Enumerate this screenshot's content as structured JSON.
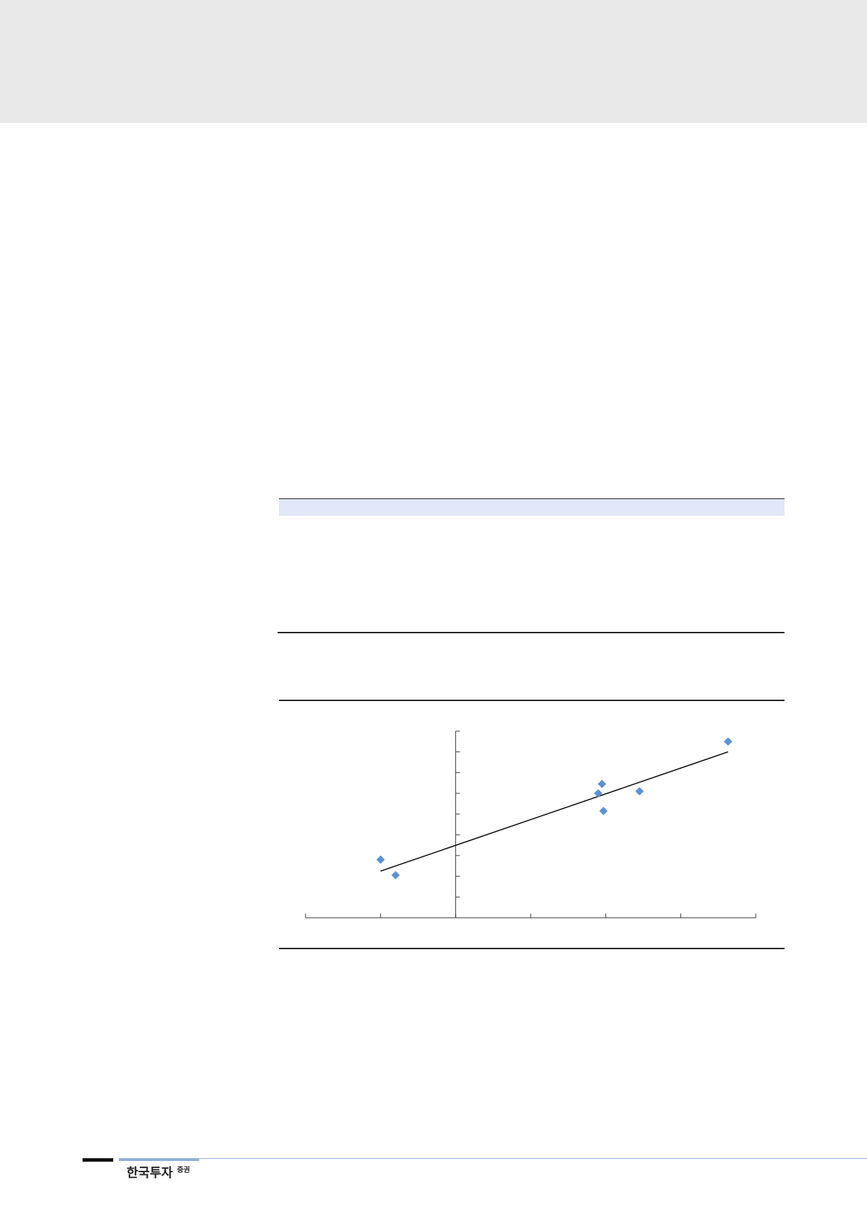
{
  "footer": {
    "brand_main": "한국투자",
    "brand_suffix": "증권"
  },
  "colors": {
    "header_band": "#e9e9e9",
    "table_header_fill": "#e1e6f8",
    "rule_dark": "#222222",
    "marker": "#5b92d3",
    "footer_blue": "#8fb2d9"
  },
  "chart_data": {
    "type": "scatter",
    "title": "",
    "xlabel": "",
    "ylabel": "",
    "xlim": [
      -2,
      4
    ],
    "ylim": [
      0,
      9
    ],
    "x_ticks": [
      -2,
      -1,
      0,
      1,
      2,
      3,
      4
    ],
    "y_ticks": [
      0,
      1,
      2,
      3,
      4,
      5,
      6,
      7,
      8,
      9
    ],
    "grid": false,
    "legend": "none",
    "series": [
      {
        "points": [
          [
            -1.0,
            2.8
          ],
          [
            -0.8,
            2.05
          ],
          [
            1.9,
            6.0
          ],
          [
            1.95,
            6.45
          ],
          [
            1.97,
            5.15
          ],
          [
            2.45,
            6.1
          ],
          [
            3.63,
            8.5
          ]
        ]
      }
    ],
    "trendline": {
      "from": [
        -1.0,
        2.25
      ],
      "to": [
        3.63,
        8.0
      ]
    }
  }
}
